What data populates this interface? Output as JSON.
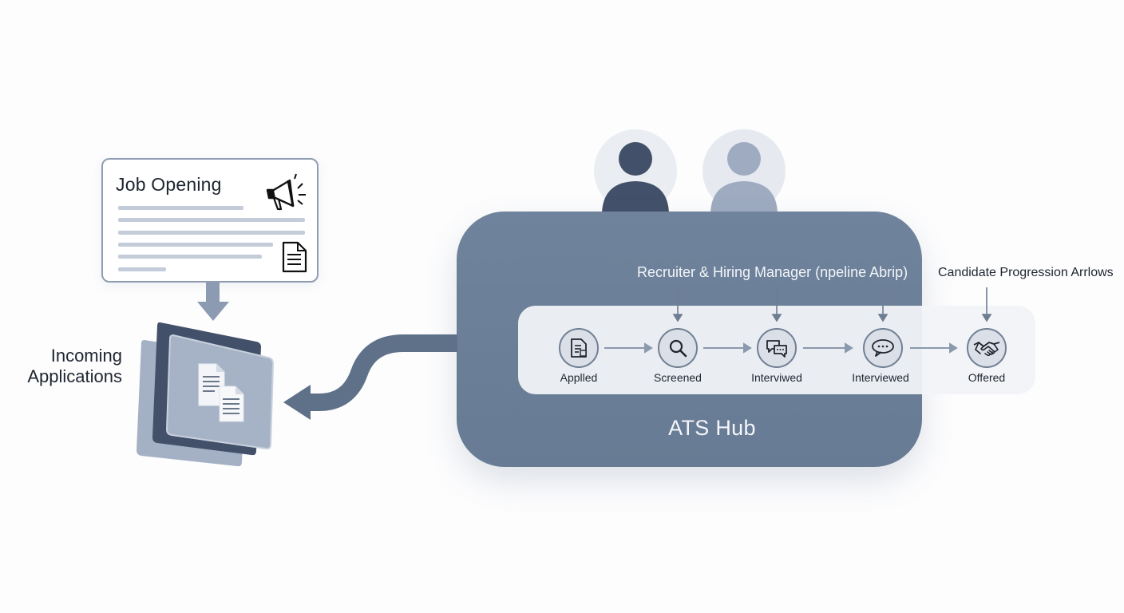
{
  "job_card": {
    "title": "Job Opening"
  },
  "incoming": {
    "line1": "Incoming",
    "line2": "Applications"
  },
  "hub": {
    "label": "ATS Hub",
    "recruiter_label": "Recruiter & Hiring Manager (npeline Abrip)",
    "progression_label": "Candidate Progression Arrlows"
  },
  "stages": [
    {
      "label": "Applled",
      "icon": "document-icon"
    },
    {
      "label": "Screened",
      "icon": "magnifier-icon"
    },
    {
      "label": "Interviwed",
      "icon": "chat-icon"
    },
    {
      "label": "Interviewed",
      "icon": "speech-bubble-icon"
    },
    {
      "label": "Offered",
      "icon": "handshake-icon"
    }
  ],
  "colors": {
    "hub": "#6f839c",
    "accent_dark": "#3f4d65",
    "accent_light": "#9aa8bf",
    "arrow": "#8b99ad"
  }
}
